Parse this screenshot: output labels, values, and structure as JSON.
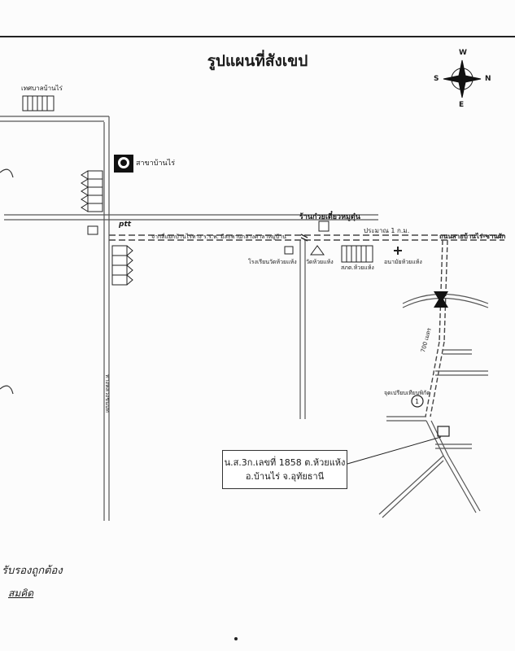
{
  "map": {
    "title": "รูปแผนที่สังเขป",
    "compass": {
      "n": "N",
      "s": "S",
      "e": "E",
      "w": "W"
    },
    "places": {
      "municipality": "เทศบาลบ้านไร่",
      "branch": "สาขาบ้านไร่",
      "ptt": "ptt",
      "shop": "ร้านก๋วยเตี๋ยวหมูตุ๋น",
      "distance_1km": "ประมาณ 1 ก.ม.",
      "road_main": "จากสี่แยกบ้านไร่ทาง ร.ร.พ. มีสะพานกลางศาลาหมู่บ้าน",
      "road_right": "ถนนสายบ้านไร่-ชานผัก",
      "school": "โรงเรียนวัดห้วยแห้ง",
      "temple": "วัดห้วยแห้ง",
      "police": "สภต.ห้วยแห้ง",
      "health": "อนามัยห้วยแห้ง",
      "distance_700m": "700 เมตร",
      "side_road": "ทางหลวงชนบท",
      "survey_point": "จุดเปรียบเทียบพิกัด",
      "point_number": "1"
    },
    "deed_box": {
      "line1": "น.ส.3ก.เลขที่ 1858 ต.ห้วยแห้ง",
      "line2": "อ.บ้านไร่ จ.อุทัยธานี"
    },
    "signature": {
      "line1": "รับรองถูกต้อง",
      "line2": "สมคิด"
    }
  }
}
